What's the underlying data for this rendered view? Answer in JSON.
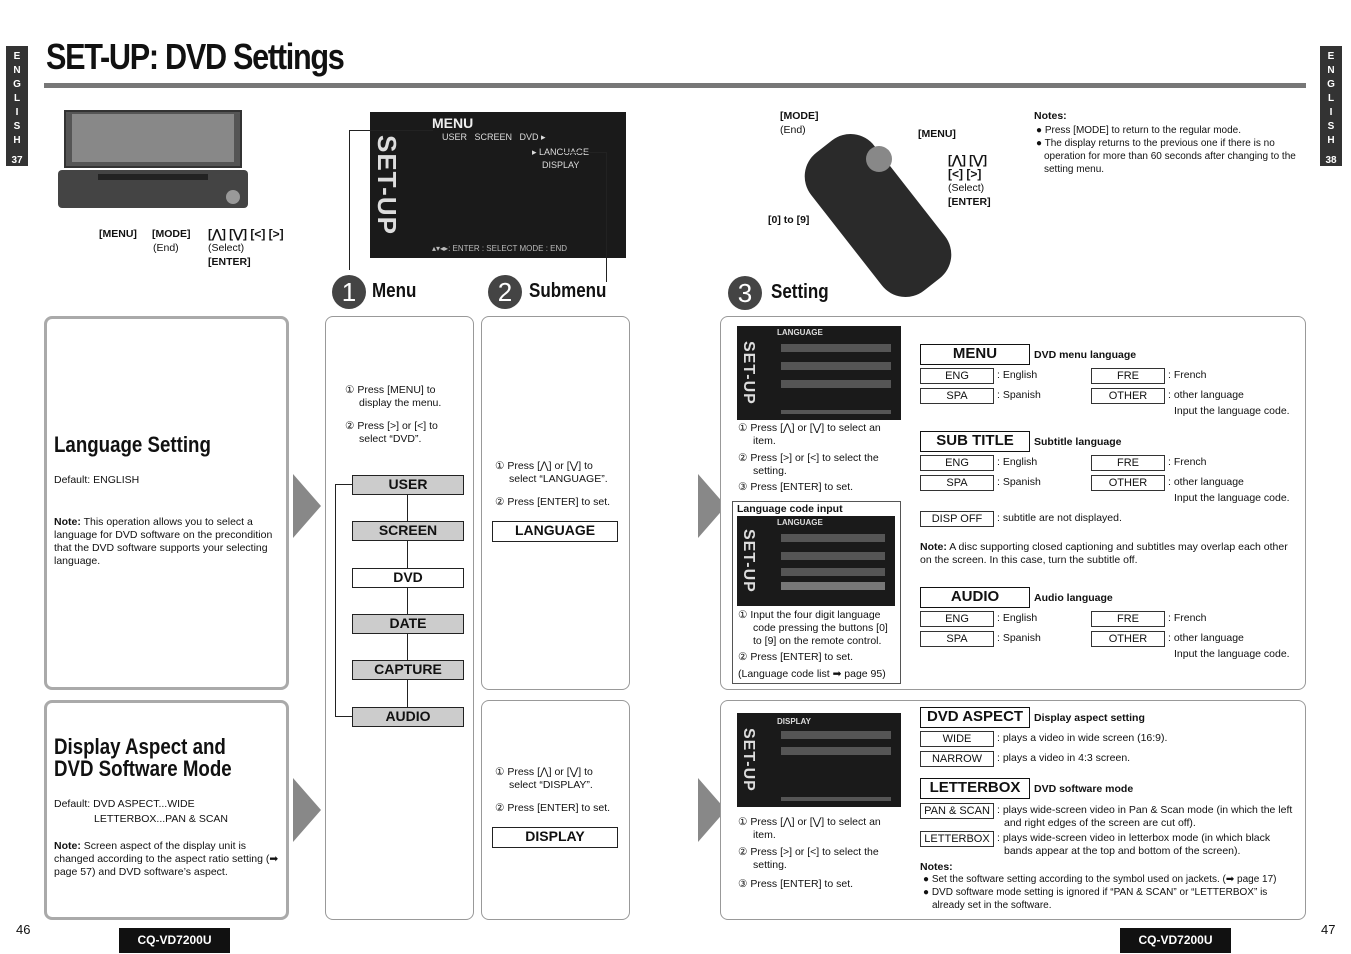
{
  "header": {
    "title": "SET-UP: DVD Settings",
    "left_tab": {
      "letters": "E\nN\nG\nL\nI\nS\nH",
      "page": "37"
    },
    "right_tab": {
      "letters": "E\nN\nG\nL\nI\nS\nH",
      "page": "38"
    }
  },
  "unit_labels": {
    "menu": "[MENU]",
    "mode": "[MODE]",
    "end": "(End)",
    "arrows": "[⋀] [⋁] [<] [>]",
    "select": "(Select)",
    "enter": "[ENTER]"
  },
  "remote_labels": {
    "mode": "[MODE]",
    "end": "(End)",
    "menu": "[MENU]",
    "arrows1": "[⋀] [⋁]",
    "arrows2": "[<] [>]",
    "select": "(Select)",
    "enter": "[ENTER]",
    "digits": "[0] to [9]"
  },
  "notes_top": {
    "title": "Notes:",
    "items": [
      "Press [MODE] to return to the regular mode.",
      "The display returns to the previous one if there is no operation for more than 60 seconds after changing to the setting menu."
    ]
  },
  "menu_screen": {
    "title": "MENU",
    "tabs": "USER   SCREEN   DVD ▸",
    "sub1": "▸ LANGUAGE",
    "sub2": "DISPLAY",
    "footer": "▴▾◂▸: ENTER : SELECT     MODE : END",
    "brand": "SET-UP"
  },
  "steps": {
    "s1": {
      "num": "1",
      "title": "Menu"
    },
    "s2": {
      "num": "2",
      "title": "Submenu"
    },
    "s3": {
      "num": "3",
      "title": "Setting"
    }
  },
  "language_section": {
    "title": "Language Setting",
    "default": "Default: ENGLISH",
    "note_label": "Note:",
    "note": "This operation allows you to select a language for DVD software on the precondition that the DVD software supports your selecting language."
  },
  "display_section": {
    "title": "Display Aspect and DVD Software Mode",
    "default1": "Default: DVD ASPECT...WIDE",
    "default2": "LETTERBOX...PAN & SCAN",
    "note_label": "Note:",
    "note": "Screen aspect of the display unit is changed according to the aspect ratio setting (➡ page 57) and DVD software’s aspect."
  },
  "menu_col": {
    "step1": "① Press [MENU] to display the menu.",
    "step2": "② Press [>] or [<] to select “DVD”.",
    "items": [
      "USER",
      "SCREEN",
      "DVD",
      "DATE",
      "CAPTURE",
      "AUDIO"
    ]
  },
  "submenu_lang": {
    "step1": "① Press [⋀] or [⋁] to select “LANGUAGE”.",
    "step2": "② Press [ENTER] to set.",
    "box": "LANGUAGE"
  },
  "submenu_disp": {
    "step1": "① Press [⋀] or [⋁] to select “DISPLAY”.",
    "step2": "② Press [ENTER] to set.",
    "box": "DISPLAY"
  },
  "setting_lang": {
    "screen_title": "LANGUAGE",
    "step1": "① Press [⋀] or [⋁] to select an item.",
    "step2": "② Press [>] or [<] to select the setting.",
    "step3": "③ Press [ENTER] to set.",
    "code_title": "Language code input",
    "code_step1": "① Input the four digit language code pressing the buttons [0] to [9] on the remote control.",
    "code_step2": "② Press [ENTER] to set.",
    "code_ref": "(Language code list ➡ page 95)",
    "groups": [
      {
        "name": "MENU",
        "desc": "DVD menu language",
        "opts": [
          [
            "ENG",
            ": English"
          ],
          [
            "SPA",
            ": Spanish"
          ],
          [
            "FRE",
            ": French"
          ],
          [
            "OTHER",
            ": other language"
          ]
        ],
        "extra": "Input the language code."
      },
      {
        "name": "SUB TITLE",
        "desc": "Subtitle language",
        "opts": [
          [
            "ENG",
            ": English"
          ],
          [
            "SPA",
            ": Spanish"
          ],
          [
            "FRE",
            ": French"
          ],
          [
            "OTHER",
            ": other language"
          ]
        ],
        "extra": "Input the language code."
      },
      {
        "name": "AUDIO",
        "desc": "Audio language",
        "opts": [
          [
            "ENG",
            ": English"
          ],
          [
            "SPA",
            ": Spanish"
          ],
          [
            "FRE",
            ": French"
          ],
          [
            "OTHER",
            ": other language"
          ]
        ],
        "extra": "Input the language code."
      }
    ],
    "disp_off": "DISP OFF",
    "disp_off_desc": ": subtitle are not displayed.",
    "note_label": "Note:",
    "note": "A disc supporting closed captioning and subtitles may overlap each other on the screen. In this case, turn the subtitle off."
  },
  "setting_disp": {
    "screen_title": "DISPLAY",
    "step1": "① Press [⋀] or [⋁] to select an item.",
    "step2": "② Press [>] or [<] to select the setting.",
    "step3": "③ Press [ENTER] to set.",
    "aspect_name": "DVD ASPECT",
    "aspect_desc": "Display aspect setting",
    "wide": "WIDE",
    "wide_desc": ": plays a video in wide screen (16:9).",
    "narrow": "NARROW",
    "narrow_desc": ": plays a video in 4:3 screen.",
    "lb_name": "LETTERBOX",
    "lb_desc": "DVD software mode",
    "pan": "PAN & SCAN",
    "pan_desc": ": plays wide-screen video in Pan & Scan mode (in which the left and right edges of the screen are cut off).",
    "lbox": "LETTERBOX",
    "lbox_desc": ": plays wide-screen video in letterbox mode (in which black bands appear at the top and bottom of the screen).",
    "notes_title": "Notes:",
    "note1": "Set the software setting according to the symbol used on jackets. (➡ page 17)",
    "note2": "DVD software mode setting is ignored if “PAN & SCAN” or “LETTERBOX” is already set in the software."
  },
  "footer": {
    "left_page": "46",
    "right_page": "47",
    "model": "CQ-VD7200U"
  }
}
